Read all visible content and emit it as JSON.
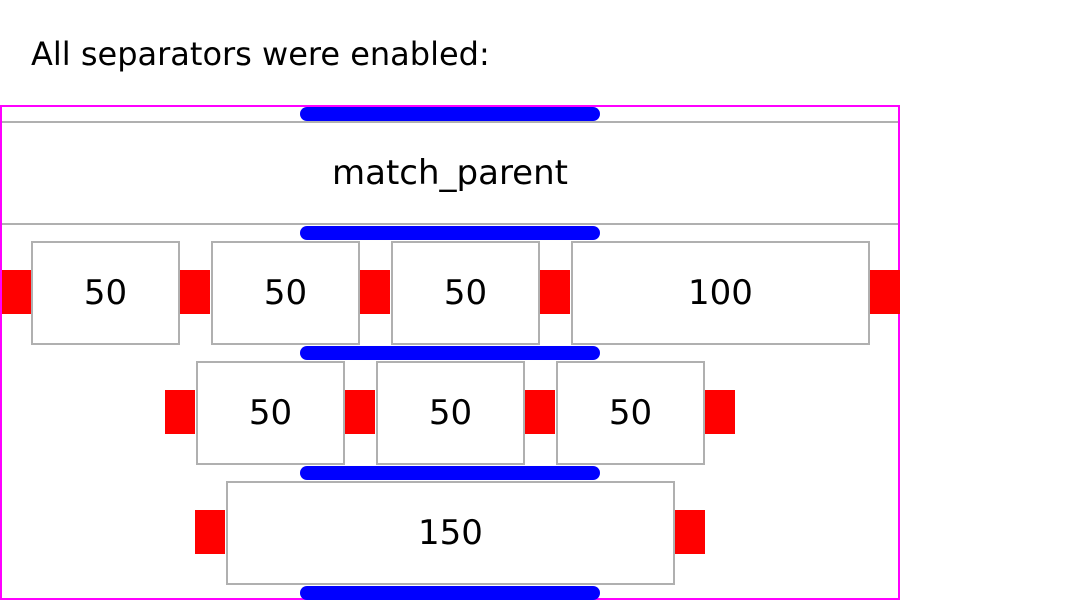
{
  "heading": "All separators were enabled:",
  "rows": [
    {
      "label": "match_parent"
    },
    {
      "items": [
        "50",
        "50",
        "50",
        "100"
      ]
    },
    {
      "items": [
        "50",
        "50",
        "50"
      ]
    },
    {
      "items": [
        "150"
      ]
    }
  ],
  "colors": {
    "container_border": "#ff00ff",
    "vertical_separator": "#0000ff",
    "horizontal_separator": "#ff0000",
    "box_border": "#b0b0b0"
  }
}
